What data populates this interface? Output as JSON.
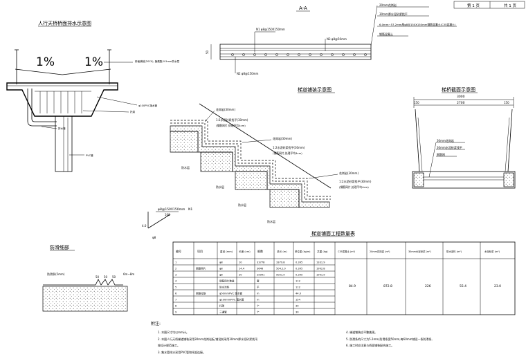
{
  "title_block": {
    "sheet_label": "第 1 页",
    "total_label": "共 1 页"
  },
  "drainage_view": {
    "title": "人行天桥桥面排水示意图",
    "slope_left": "1%",
    "slope_right": "1%",
    "notes": [
      "桥面铺装(20C0), 聚氨酯 0.5mm防水层",
      "φ100PVC落水管",
      "托架",
      "排水管",
      "PVC管"
    ]
  },
  "section_aa": {
    "title": "A-A",
    "labels": [
      "N1 φ8@150X150mm",
      "N3 φ8@50mm",
      "N2 φ8@150mm"
    ],
    "dim": "50",
    "layers": [
      "20mm花岗岩",
      "30mm厚水泥砂浆找平",
      "6.0mm~57.2mm厚φ8@150X150mm钢筋混凝土(C35混凝土)",
      "钢筋混凝土"
    ]
  },
  "stairs_view": {
    "title": "梯道铺装示意图",
    "labels": [
      "花岗岩(30mm)",
      "1:2水泥砂浆找平(30mm)",
      "(钢筋网片,处理平均4cm)",
      "花岗岩(30mm)",
      "1:2水泥砂浆找平(30mm)",
      "(钢筋网片,处理平均4cm)",
      "花岗岩(30mm)",
      "1:2水泥砂浆找平(30mm)",
      "(钢筋网片,处理平均4cm)"
    ],
    "side_labels": [
      "防水层",
      "防水层",
      "防水层",
      "防水层"
    ]
  },
  "deck_section": {
    "title": "梯桥截面示意图",
    "total_width": "3000",
    "inner_width": "2700",
    "edge": "150",
    "layers": [
      "30mm花岗岩",
      "30mm水泥砂浆找平",
      "钢筋网"
    ]
  },
  "rebar_detail": {
    "label": "φ8@150X150mm",
    "tag": "N1",
    "dim1": "100",
    "dim2": "4.0",
    "tag2": "φ8"
  },
  "anti_slip": {
    "title": "防滑细部",
    "labels": [
      "防滑条(5mm)",
      "50",
      "50",
      "50",
      "6m~8m"
    ]
  },
  "qty_table": {
    "title": "梯道铺面工程数量表",
    "headers": [
      "编号",
      "项目",
      "直径 (mm)",
      "长度 (cm)",
      "根数",
      "总长 (m)",
      "单位重 (kg/m)",
      "共重 (kg)",
      "C35混凝土 (m³)",
      "20mm花岗岩 (m²)",
      "30mm水泥砂浆 (m²)",
      "防水涂料 (m²)",
      "水泥砂浆 (m²)"
    ],
    "rows": [
      [
        "1",
        "",
        "φ8",
        "10",
        "33778",
        "3379.8",
        "0.395",
        "1331.9"
      ],
      [
        "2",
        "钢筋网片",
        "φ8",
        "14.4",
        "3646",
        "504.2.0",
        "0.395",
        "1992.8"
      ],
      [
        "3",
        "",
        "φ8",
        "20",
        "25991",
        "5051.9",
        "0.395",
        "1991.9"
      ],
      [
        "4",
        "",
        "钢筋网片数量",
        "",
        "套",
        "",
        "112",
        ""
      ],
      [
        "5",
        "",
        "防水涂料",
        "",
        "平",
        "",
        "112",
        ""
      ],
      [
        "6",
        "钢筋拉筋",
        "φ50mmPVC 落水管",
        "",
        "m",
        "",
        "44.0",
        ""
      ],
      [
        "7",
        "",
        "φ100mmPVC 落水管",
        "",
        "m",
        "",
        "154",
        ""
      ],
      [
        "8",
        "",
        "托架",
        "",
        "个",
        "",
        "30",
        ""
      ],
      [
        "9",
        "",
        "三通管",
        "",
        "个",
        "",
        "30",
        ""
      ]
    ],
    "totals": [
      "84.9",
      "872.8",
      "226",
      "55.4",
      "23.0"
    ]
  },
  "notes": {
    "heading": "附注:",
    "items": [
      "1. 本图尺寸均以mm计。",
      "2. 本图人行天桥梯道铺装采用30mm花岗岩板,铺设前采用30mm厚水泥砂浆找平,",
      "   按设计规范施工。",
      "3. 集水管排水采用PVC管和托架连接。",
      "4. 梯道铺装应平整美观。",
      "5. 防滑条的尺寸为5.2mm,防滑条宽50mm,每60mm铺设一条防滑条,",
      "6. 施工时应注意与桥面铺装配合施工。"
    ]
  }
}
